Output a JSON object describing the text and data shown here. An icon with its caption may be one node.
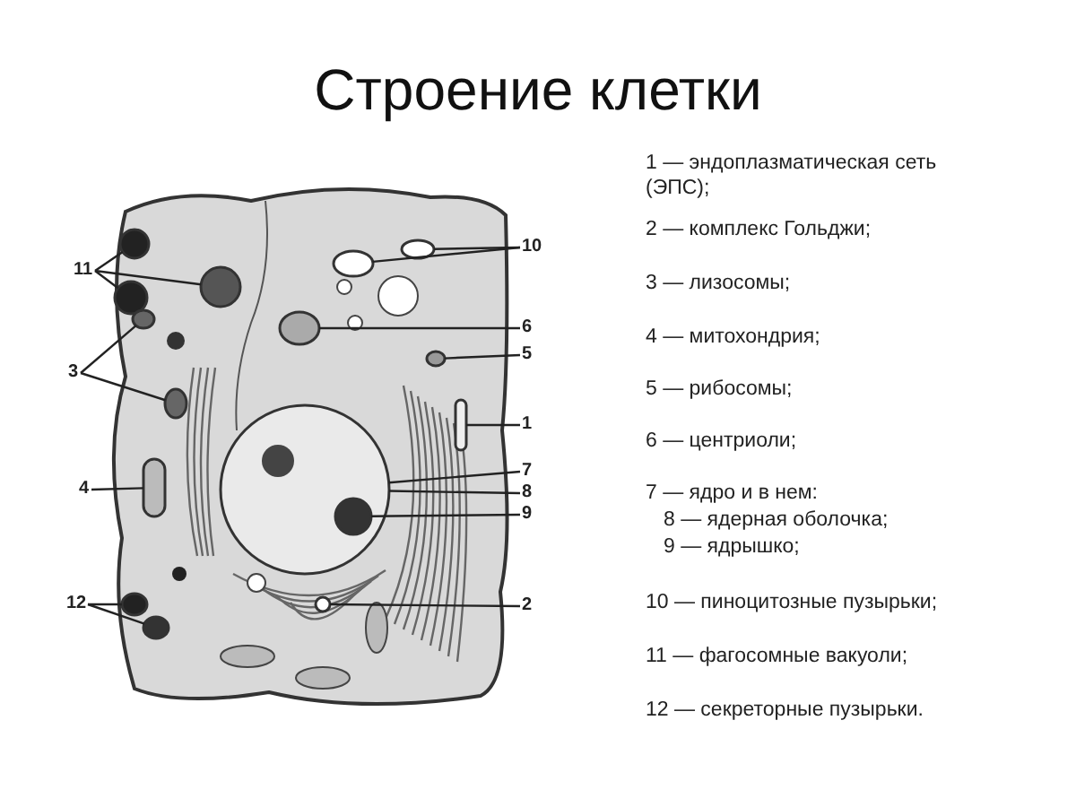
{
  "diagram": {
    "title": "Строение клетки",
    "nodes": [
      {
        "text": [
          "11"
        ]
      },
      {
        "text": [],
        "shape": "circle"
      },
      {
        "text": [],
        "shape": "circle"
      },
      {
        "text": [],
        "shape": "circle"
      },
      {
        "text": [
          "3"
        ]
      },
      {
        "text": [],
        "shape": "circle"
      },
      {
        "text": [],
        "shape": "circle"
      },
      {
        "text": [
          "4"
        ]
      },
      {
        "text": [],
        "shape": "bar"
      },
      {
        "text": [
          "12"
        ]
      },
      {
        "text": [],
        "shape": "circle"
      },
      {
        "text": [],
        "shape": "circle"
      },
      {
        "text": [
          "10"
        ]
      },
      {
        "text": [],
        "shape": "circle"
      },
      {
        "text": [],
        "shape": "circle"
      },
      {
        "text": [
          "6"
        ]
      },
      {
        "text": [],
        "shape": "circle"
      },
      {
        "text": [
          "5"
        ]
      },
      {
        "text": [],
        "shape": "circle"
      },
      {
        "text": [
          "1"
        ]
      },
      {
        "text": [],
        "shape": "bar"
      },
      {
        "text": [
          "7"
        ]
      },
      {
        "text": [],
        "shape": "circle"
      },
      {
        "text": [
          "8"
        ]
      },
      {
        "text": [
          "9"
        ]
      },
      {
        "text": [],
        "shape": "circle",
        "in": 22
      },
      {
        "text": [
          "2"
        ]
      },
      {
        "text": [],
        "shape": "circle"
      }
    ],
    "edges": [
      {
        "from": 0,
        "to": 1,
        "arrow": "none"
      },
      {
        "from": 0,
        "to": 2,
        "arrow": "none"
      },
      {
        "from": 0,
        "to": 3,
        "arrow": "none"
      },
      {
        "from": 4,
        "to": 5,
        "arrow": "none"
      },
      {
        "from": 4,
        "to": 6,
        "arrow": "none"
      },
      {
        "from": 7,
        "to": 8,
        "arrow": "none"
      },
      {
        "from": 9,
        "to": 10,
        "arrow": "none"
      },
      {
        "from": 9,
        "to": 11,
        "arrow": "none"
      },
      {
        "from": 12,
        "to": 13,
        "arrow": "none"
      },
      {
        "from": 12,
        "to": 14,
        "arrow": "none"
      },
      {
        "from": 15,
        "to": 16,
        "arrow": "none"
      },
      {
        "from": 17,
        "to": 18,
        "arrow": "none"
      },
      {
        "from": 19,
        "to": 20,
        "arrow": "none"
      },
      {
        "from": 21,
        "to": 22,
        "arrow": "none"
      },
      {
        "from": 23,
        "to": 22,
        "arrow": "none"
      },
      {
        "from": 24,
        "to": 25,
        "arrow": "none"
      },
      {
        "from": 26,
        "to": 27,
        "arrow": "none"
      }
    ],
    "labels": [
      "1 — эндоплазматическая сеть (ЭПС);",
      "2 — комплекс Гольджи;",
      "3 — лизосомы;",
      "4 — митохондрия;",
      "5 — рибосомы;",
      "6 — центриоли;",
      "7 — ядро и в нем:",
      "8 — ядерная оболочка;",
      "9 — ядрышко;",
      "10 — пиноцитозные пузырьки;",
      "11 — фагосомные вакуоли;",
      "12 — секреторные пузырьки."
    ]
  }
}
